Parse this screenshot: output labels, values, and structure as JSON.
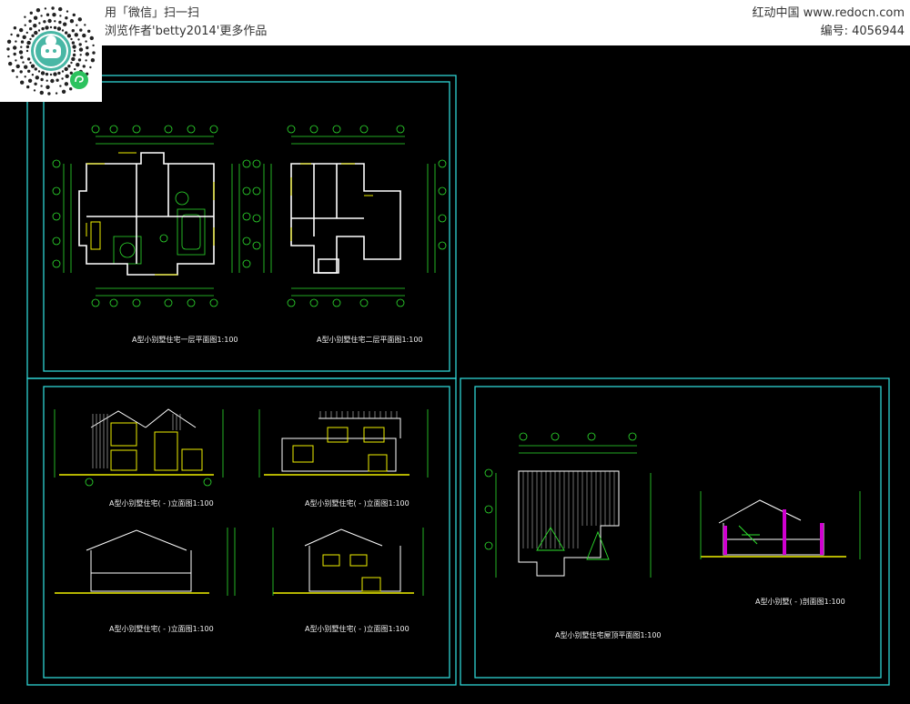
{
  "header": {
    "left_line1": "用「微信」扫一扫",
    "left_line2": "浏览作者'betty2014'更多作品",
    "right_line1": "红动中国 www.redocn.com",
    "right_line2": "编号: 4056944"
  },
  "captions": {
    "plan1": "A型小别墅住宅一层平面图1:100",
    "plan2": "A型小别墅住宅二层平面图1:100",
    "elev1": "A型小别墅住宅(  -  )立面图1:100",
    "elev2": "A型小别墅住宅(  -  )立面图1:100",
    "elev3": "A型小别墅住宅(  -  )立面图1:100",
    "elev4": "A型小别墅住宅(  -  )立面图1:100",
    "roof": "A型小别墅住宅屋顶平面图1:100",
    "section": "A型小别墅(  -  )剖面图1:100"
  },
  "colors": {
    "background": "#000000",
    "frame": "#2fd3d3",
    "linework": "#2ee02e",
    "walls": "#ffffff",
    "windows": "#f0f000",
    "grid_bubble": "#2ee02e",
    "section_fill": "#d000d0"
  },
  "icons": {
    "qr": "qr-code-icon",
    "mini_program": "mini-program-icon"
  }
}
